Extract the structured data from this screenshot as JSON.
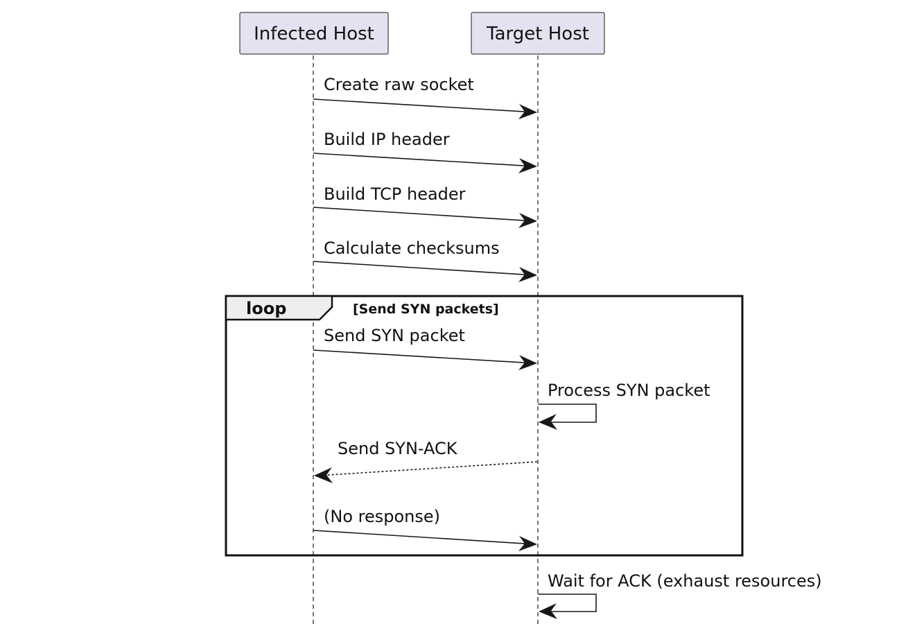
{
  "participants": [
    {
      "id": "infected",
      "label": "Infected Host"
    },
    {
      "id": "target",
      "label": "Target Host"
    }
  ],
  "messages": [
    {
      "from": "infected",
      "to": "target",
      "label": "Create raw socket",
      "style": "solid"
    },
    {
      "from": "infected",
      "to": "target",
      "label": "Build IP header",
      "style": "solid"
    },
    {
      "from": "infected",
      "to": "target",
      "label": "Build TCP header",
      "style": "solid"
    },
    {
      "from": "infected",
      "to": "target",
      "label": "Calculate checksums",
      "style": "solid"
    },
    {
      "from": "infected",
      "to": "target",
      "label": "Send SYN packet",
      "style": "solid"
    },
    {
      "from": "target",
      "to": "target",
      "label": "Process SYN packet",
      "style": "solid"
    },
    {
      "from": "target",
      "to": "infected",
      "label": "Send SYN-ACK",
      "style": "dotted"
    },
    {
      "from": "infected",
      "to": "target",
      "label": "(No response)",
      "style": "solid"
    },
    {
      "from": "target",
      "to": "target",
      "label": "Wait for ACK (exhaust resources)",
      "style": "solid"
    }
  ],
  "loop_frame": {
    "keyword": "loop",
    "guard": "[Send SYN packets]"
  },
  "colors": {
    "participant_fill": "#e2e2f0",
    "line": "#181818",
    "frame_tab_fill": "#eeeeee"
  }
}
